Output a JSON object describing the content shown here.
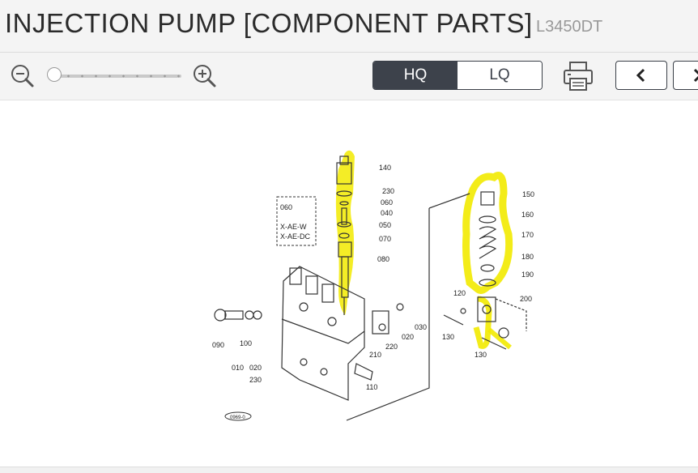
{
  "header": {
    "title": "INJECTION PUMP [COMPONENT PARTS]",
    "model": "L3450DT"
  },
  "toolbar": {
    "zoom_out_icon": "zoom-out-icon",
    "zoom_in_icon": "zoom-in-icon",
    "zoom_level_fraction": 0.0,
    "quality_options": [
      {
        "label": "HQ",
        "selected": true
      },
      {
        "label": "LQ",
        "selected": false
      }
    ],
    "print_icon": "printer-icon",
    "prev_icon": "chevron-left-icon",
    "next_icon": "chevron-right-icon"
  },
  "diagram": {
    "callouts": [
      "140",
      "230",
      "060",
      "040",
      "050",
      "070",
      "080",
      "150",
      "160",
      "170",
      "180",
      "190",
      "200",
      "120",
      "130",
      "130",
      "090",
      "100",
      "010",
      "020",
      "230",
      "210",
      "220",
      "020",
      "030",
      "110"
    ],
    "inset_labels": [
      "060",
      "X-AE-W",
      "X-AE-DC"
    ],
    "stamp": "0969-0",
    "highlight_color": "#f2ea00"
  }
}
